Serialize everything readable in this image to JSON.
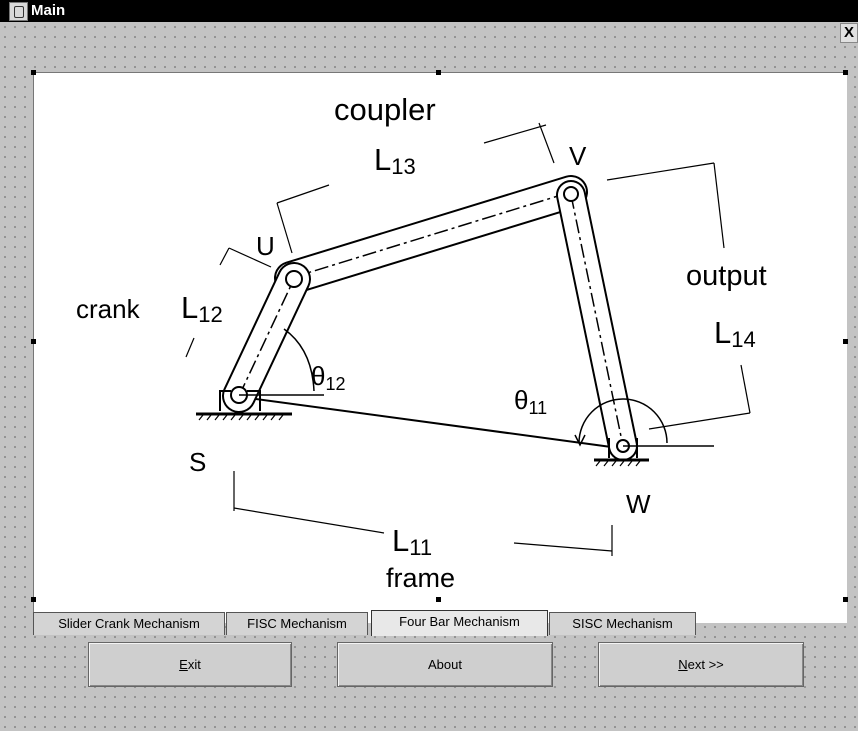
{
  "window": {
    "title": "Main",
    "close_glyph": "X"
  },
  "diagram": {
    "labels": {
      "coupler": "coupler",
      "l13": "L",
      "l13_sub": "13",
      "v": "V",
      "u": "U",
      "crank": "crank",
      "l12": "L",
      "l12_sub": "12",
      "theta12": "θ",
      "theta12_sub": "12",
      "output": "output",
      "l14": "L",
      "l14_sub": "14",
      "theta11": "θ",
      "theta11_sub": "11",
      "s": "S",
      "w": "W",
      "l11": "L",
      "l11_sub": "11",
      "frame": "frame"
    }
  },
  "tabs": [
    {
      "label": "Slider Crank Mechanism",
      "active": false
    },
    {
      "label": "FISC Mechanism",
      "active": false
    },
    {
      "label": "Four Bar Mechanism",
      "active": true
    },
    {
      "label": "SISC Mechanism",
      "active": false
    }
  ],
  "buttons": {
    "exit": {
      "mnemonic": "E",
      "rest": "xit"
    },
    "about": {
      "label": "About"
    },
    "next": {
      "mnemonic": "N",
      "rest": "ext >>"
    }
  }
}
